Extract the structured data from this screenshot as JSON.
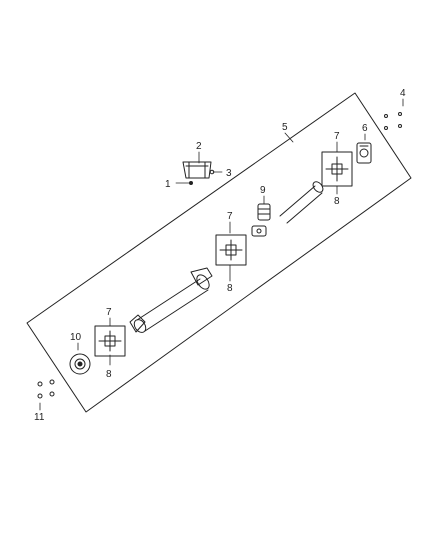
{
  "diagram": {
    "callouts": [
      {
        "id": "c1",
        "label": "1"
      },
      {
        "id": "c2",
        "label": "2"
      },
      {
        "id": "c3",
        "label": "3"
      },
      {
        "id": "c4",
        "label": "4"
      },
      {
        "id": "c5",
        "label": "5"
      },
      {
        "id": "c6",
        "label": "6"
      },
      {
        "id": "c7a",
        "label": "7"
      },
      {
        "id": "c8a",
        "label": "8"
      },
      {
        "id": "c9",
        "label": "9"
      },
      {
        "id": "c7b",
        "label": "7"
      },
      {
        "id": "c8b",
        "label": "8"
      },
      {
        "id": "c7c",
        "label": "7"
      },
      {
        "id": "c8c",
        "label": "8"
      },
      {
        "id": "c10",
        "label": "10"
      },
      {
        "id": "c11",
        "label": "11"
      }
    ]
  }
}
